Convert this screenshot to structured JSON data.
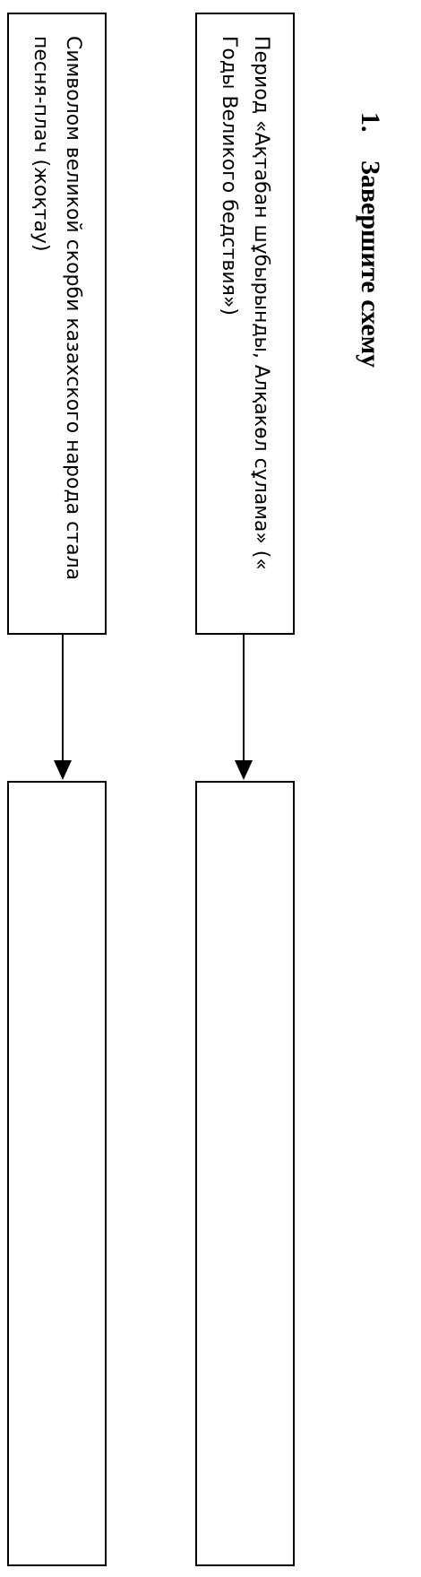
{
  "title": {
    "number": "1.",
    "text": "Завершите схему"
  },
  "boxes": {
    "right_top": {
      "text": "Период «Ақтабан шұбырынды, Алқакөл сұлама» (« Годы Великого бедствия»)"
    },
    "left_top": {
      "text": "Символом великой скорби казахского народа стала песня-плач  (жоқтау)"
    },
    "right_bottom": {
      "text": ""
    },
    "left_bottom": {
      "text": ""
    }
  }
}
